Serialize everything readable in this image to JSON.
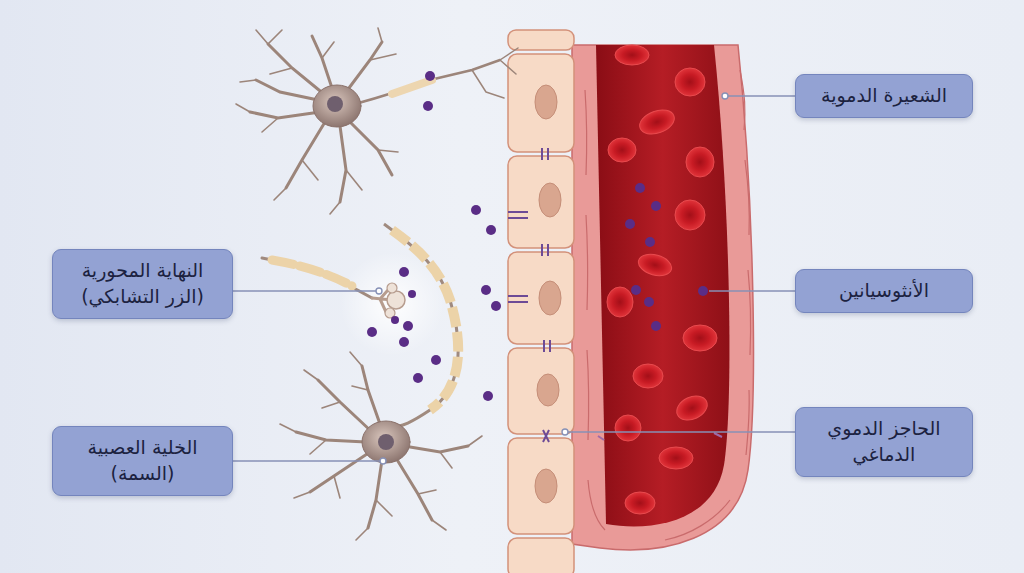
{
  "diagram": {
    "nodes": [
      {
        "text": [
          "الشعيرة الدموية"
        ]
      },
      {
        "text": [
          "النهاية المحورية (الزر التشابكي)"
        ]
      },
      {
        "text": [
          "الأنثوسيانين"
        ]
      },
      {
        "text": [
          "الخلية العصبية (السمة)"
        ]
      },
      {
        "text": [
          "الحاجز الدموي الدماغي"
        ]
      }
    ]
  }
}
